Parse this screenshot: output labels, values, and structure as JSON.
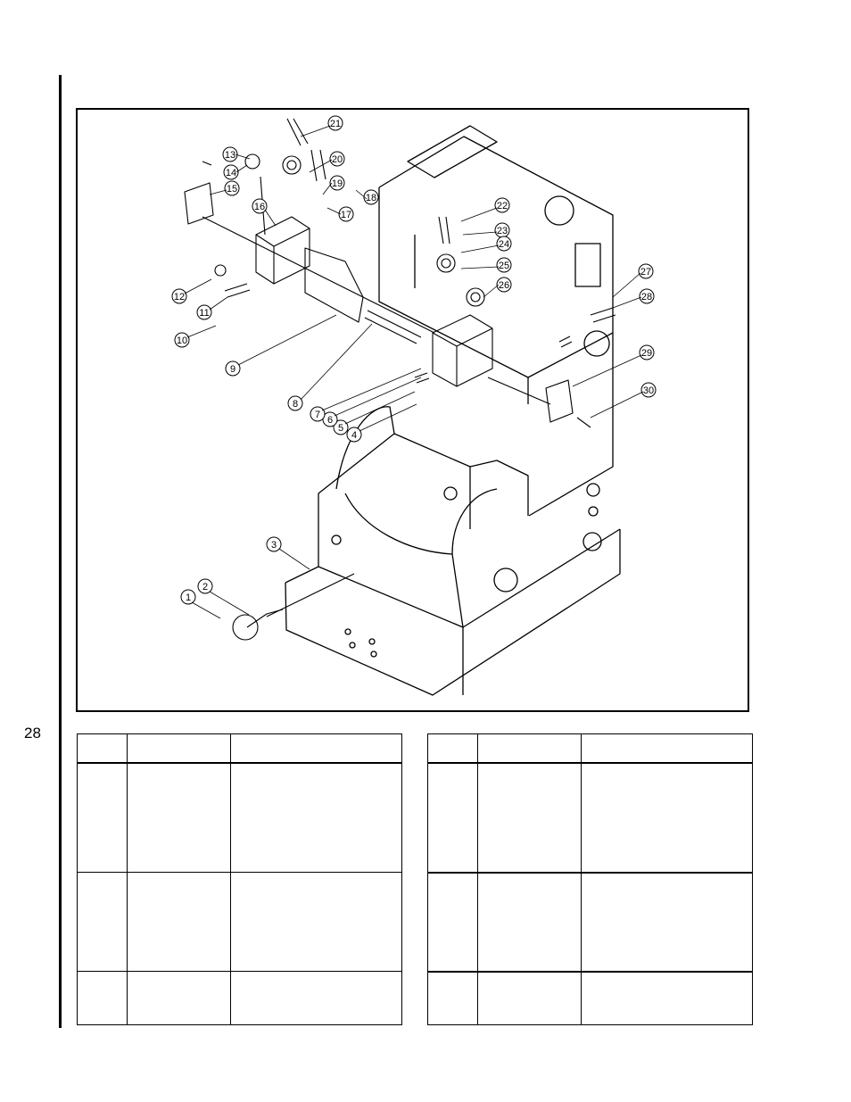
{
  "page": {
    "number": "28"
  },
  "figure": {
    "callouts": [
      "1",
      "2",
      "3",
      "4",
      "5",
      "6",
      "7",
      "8",
      "9",
      "10",
      "11",
      "12",
      "13",
      "14",
      "15",
      "16",
      "17",
      "18",
      "19",
      "20",
      "21",
      "22",
      "23",
      "24",
      "25",
      "26",
      "27",
      "28",
      "29",
      "30"
    ]
  },
  "tables": {
    "left": {
      "header": [
        "",
        "",
        ""
      ],
      "rows": [
        [
          "",
          "",
          ""
        ],
        [
          "",
          "",
          ""
        ],
        [
          "",
          "",
          ""
        ]
      ]
    },
    "right": {
      "header": [
        "",
        "",
        ""
      ],
      "rows": [
        [
          "",
          "",
          ""
        ],
        [
          "",
          "",
          ""
        ],
        [
          "",
          "",
          ""
        ]
      ]
    }
  }
}
